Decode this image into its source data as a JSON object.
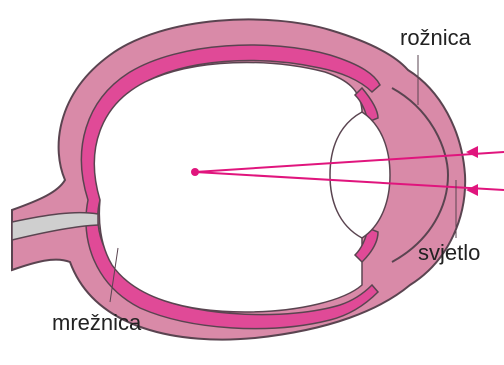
{
  "labels": {
    "cornea": "rožnica",
    "light": "svjetlo",
    "retina": "mrežnica"
  },
  "colors": {
    "outer_wall": "#d98aa8",
    "inner_band": "#e04a97",
    "wall_outline": "#5a4450",
    "optic_nerve": "#cfcfcf",
    "light_ray": "#e0157d",
    "background": "#ffffff"
  }
}
